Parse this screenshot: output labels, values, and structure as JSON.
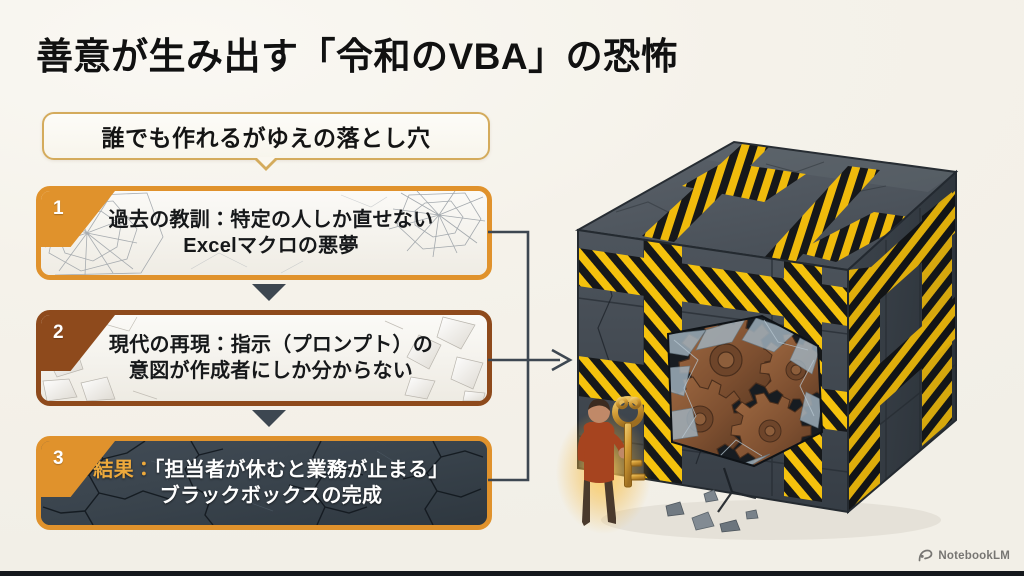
{
  "page": {
    "title": "善意が生み出す「令和のVBA」の恐怖",
    "background_color": "#f4f1ea",
    "title_color": "#111111"
  },
  "subtitle": {
    "text": "誰でも作れるがゆえの落とし穴",
    "border_color": "#d4ab5c",
    "fill_color": "#faf7ef"
  },
  "cards": [
    {
      "number": "1",
      "line1": "過去の教訓：特定の人しか直せない",
      "line2": "Excelマクロの悪夢",
      "accent_color": "#e0922c",
      "fill_color": "#f7f5f0",
      "text_color": "#16181a",
      "texture": "cracked-glass"
    },
    {
      "number": "2",
      "line1": "現代の再現：指示（プロンプト）の",
      "line2": "意図が作成者にしか分からない",
      "accent_color": "#8e4a1c",
      "fill_color": "#f7f5f0",
      "text_color": "#16181a",
      "texture": "glass-shards"
    },
    {
      "number": "3",
      "line1_accent": "結果：",
      "line1": "「担当者が休むと業務が止まる」",
      "line2": "ブラックボックスの完成",
      "accent_color": "#e0922c",
      "fill_color": "#3a444d",
      "text_color": "#ffffff",
      "highlight_color": "#eda93c",
      "texture": "dark-cracks"
    }
  ],
  "connector": {
    "arrow_color": "#3d4751",
    "down_arrow_color": "#3d4751",
    "description": "三つのカードから伸びる線が合流し右向き矢印でイラストへ"
  },
  "illustration": {
    "name": "black-box-cube",
    "cube_color": "#4a5058",
    "hazard_stripe_colors": [
      "#f5c20d",
      "#141414"
    ],
    "gear_color": "#8a5a3c",
    "figure": {
      "name": "person-with-key",
      "sweater_color": "#a6441f",
      "key_color": "#d9a33a",
      "glow_color": "#f8c45e"
    },
    "debris_color": "#6e757c"
  },
  "watermark": {
    "label": "NotebookLM",
    "icon": "notebooklm-icon"
  }
}
